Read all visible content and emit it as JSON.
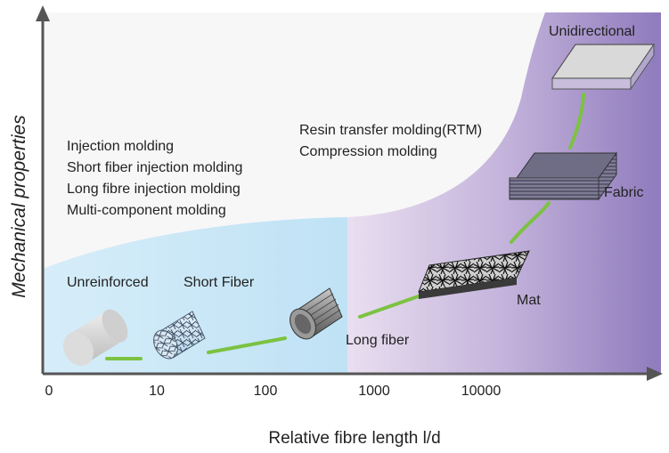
{
  "diagram": {
    "y_axis_label": "Mechanical properties",
    "x_axis_label": "Relative fibre length l/d",
    "x_ticks": [
      "0",
      "10",
      "100",
      "1000",
      "10000"
    ],
    "process_groups": [
      {
        "lines": [
          "Injection molding",
          "Short fiber injection molding",
          "Long fibre injection molding",
          "Multi-component molding"
        ]
      },
      {
        "lines": [
          "Resin transfer molding(RTM)",
          "Compression molding"
        ]
      }
    ],
    "reinforcement_types": [
      "Unreinforced",
      "Short Fiber",
      "Long fiber",
      "Mat",
      "Fabric",
      "Unidirectional"
    ],
    "colors": {
      "axis": "#555555",
      "low_region": "#c7e6f7",
      "high_region": "#9c88c4",
      "connector": "#7cc242"
    }
  }
}
